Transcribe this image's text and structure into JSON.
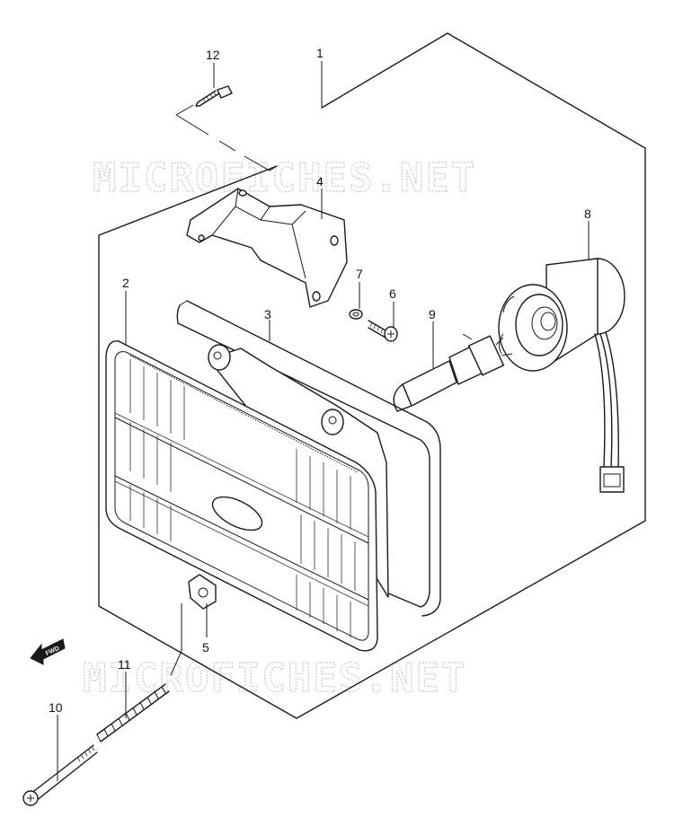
{
  "watermark": "MICROFICHES.NET",
  "direction_badge": "FWD",
  "callouts": [
    {
      "id": "c1",
      "label": "1"
    },
    {
      "id": "c2",
      "label": "2"
    },
    {
      "id": "c3",
      "label": "3"
    },
    {
      "id": "c4",
      "label": "4"
    },
    {
      "id": "c5",
      "label": "5"
    },
    {
      "id": "c6",
      "label": "6"
    },
    {
      "id": "c7",
      "label": "7"
    },
    {
      "id": "c8",
      "label": "8"
    },
    {
      "id": "c9",
      "label": "9"
    },
    {
      "id": "c10",
      "label": "10"
    },
    {
      "id": "c11",
      "label": "11"
    },
    {
      "id": "c12",
      "label": "12"
    }
  ]
}
